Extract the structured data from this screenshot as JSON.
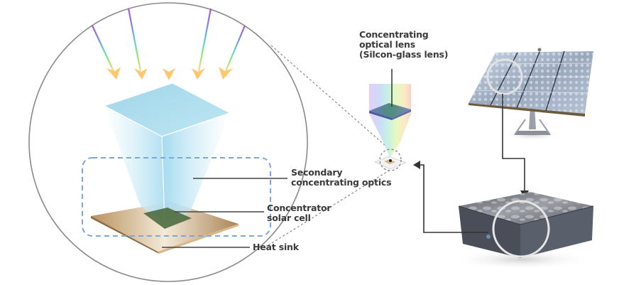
{
  "diagram": {
    "title": "Concentrator photovoltaic (CPV) system",
    "labels": {
      "lens": [
        "Concentrating",
        "optical lens",
        "(Silcon-glass lens)"
      ],
      "secondary_optics": [
        "Secondary",
        "concentrating optics"
      ],
      "solar_cell": [
        "Concentrator",
        "solar cell"
      ],
      "heat_sink": [
        "Heat sink"
      ]
    },
    "components": [
      {
        "id": "sunlight-rays",
        "label": "Incoming sunlight",
        "count": 5
      },
      {
        "id": "secondary-optics-prism",
        "label": "Secondary concentrating optics"
      },
      {
        "id": "concentrator-cell",
        "label": "Concentrator solar cell"
      },
      {
        "id": "heat-sink-plate",
        "label": "Heat sink"
      },
      {
        "id": "optical-lens",
        "label": "Concentrating optical lens (Silcon-glass lens)"
      },
      {
        "id": "solar-tracker-panel",
        "label": "Solar tracker array"
      },
      {
        "id": "cpv-module",
        "label": "CPV module"
      }
    ],
    "colors": {
      "circle_stroke": "#8a8a8a",
      "dashed_box": "#7aa7e0",
      "prism": "#a9dcee",
      "heat_sink": "#c9a878",
      "cell": "#4f6b3e",
      "arrow_head": "#ffc870",
      "leader_line": "#444444"
    }
  }
}
